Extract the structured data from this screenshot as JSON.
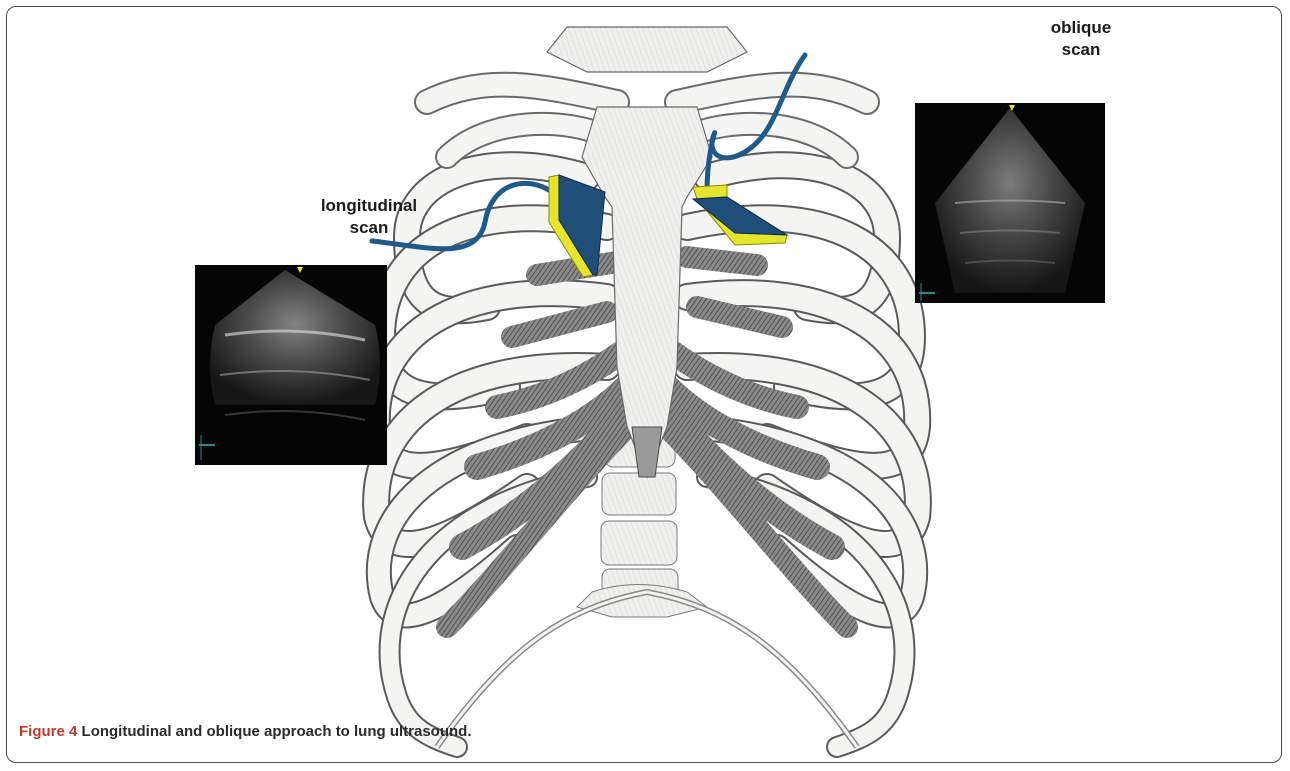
{
  "labels": {
    "longitudinal_line1": "longitudinal",
    "longitudinal_line2": "scan",
    "oblique_line1": "oblique",
    "oblique_line2": "scan"
  },
  "caption": {
    "figure_number": "Figure 4",
    "text": "Longitudinal and oblique approach to lung ultrasound."
  },
  "colors": {
    "probe_body": "#1f4e79",
    "probe_face": "#e6e52e",
    "cable": "#1f5a8c",
    "bone_shade": "#6e6e6e",
    "ultrasound_bg": "#050505",
    "caption_number": "#c0392b"
  },
  "icons": [
    "ribcage-illustration",
    "ultrasound-probe-icon",
    "ultrasound-image"
  ]
}
